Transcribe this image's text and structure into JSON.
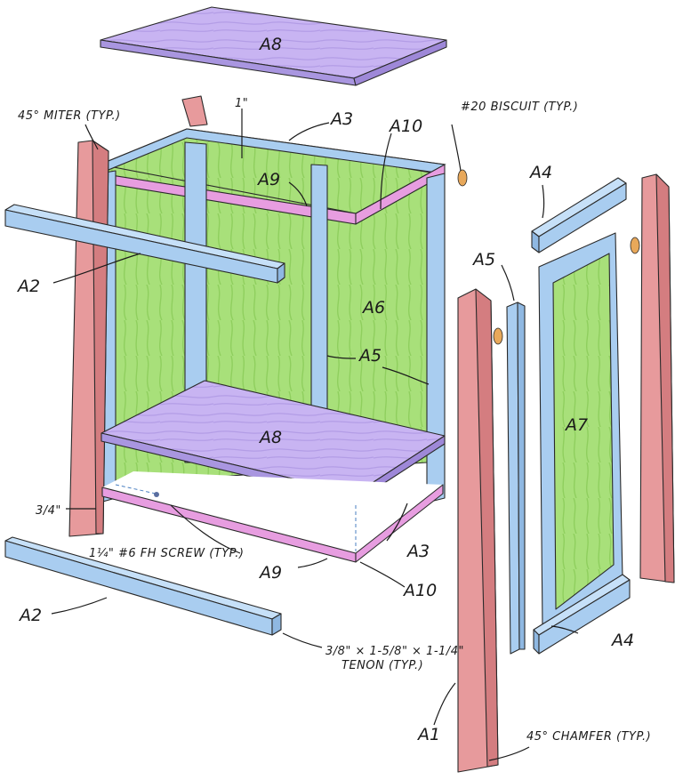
{
  "parts": {
    "a1": "A1",
    "a2_left": "A2",
    "a2_bottom": "A2",
    "a3_top": "A3",
    "a3_bottom": "A3",
    "a4_top": "A4",
    "a4_bottom": "A4",
    "a5_door": "A5",
    "a5_frame": "A5",
    "a6": "A6",
    "a7": "A7",
    "a8_top": "A8",
    "a8_shelf": "A8",
    "a9_top": "A9",
    "a9_bottom": "A9",
    "a10_top": "A10",
    "a10_bottom": "A10"
  },
  "notes": {
    "miter": "45° MITER (TYP.)",
    "one_inch": "1\"",
    "biscuit": "#20 BISCUIT (TYP.)",
    "three_quarter": "3/4\"",
    "screw": "1¼\" #6 FH SCREW (TYP.)",
    "tenon_dims": "3/8\" × 1-5/8\" × 1-1/4\"",
    "tenon": "TENON (TYP.)",
    "chamfer": "45° CHAMFER (TYP.)"
  },
  "colors": {
    "leg": "#e79a9c",
    "rail": "#a9cdf0",
    "panel": "#a8e07a",
    "top": "#c8b4f2",
    "frame": "#e79de0"
  }
}
